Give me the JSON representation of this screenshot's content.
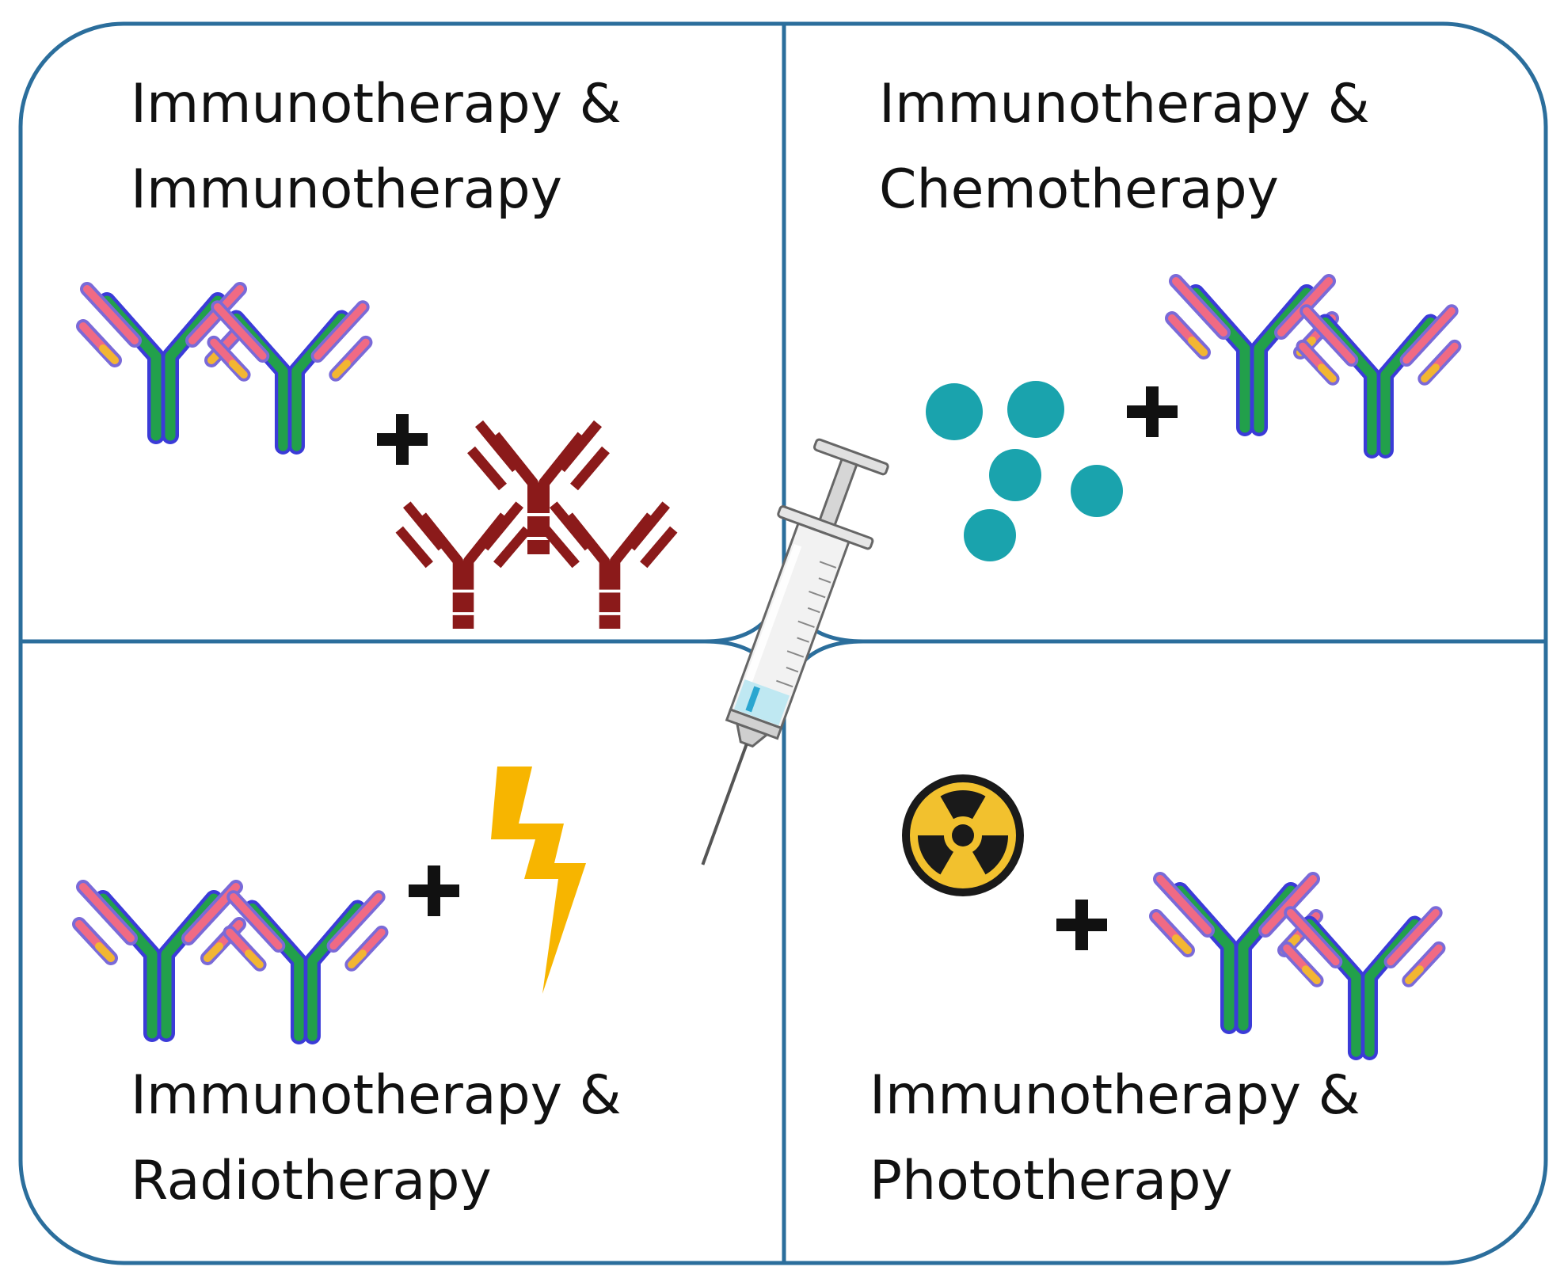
{
  "quadrants": {
    "top_left": {
      "line1": "Immunotherapy &",
      "line2": "Immunotherapy"
    },
    "top_right": {
      "line1": "Immunotherapy &",
      "line2": "Chemotherapy"
    },
    "bottom_left": {
      "line1": "Immunotherapy &",
      "line2": "Radiotherapy"
    },
    "bottom_right": {
      "line1": "Immunotherapy &",
      "line2": "Phototherapy"
    }
  },
  "colors": {
    "frame": "#2b6e9c",
    "antibody_heavy": "#22a04b",
    "antibody_outline": "#3b3bd8",
    "antibody_light": "#f06a84",
    "antibody_tip": "#f2b632",
    "dark_antibody": "#8b1a1a",
    "chemo_dot": "#1aa3ad",
    "lightning": "#f7b500",
    "radiation_yellow": "#f2c12e",
    "radiation_dark": "#1a1a1a"
  }
}
